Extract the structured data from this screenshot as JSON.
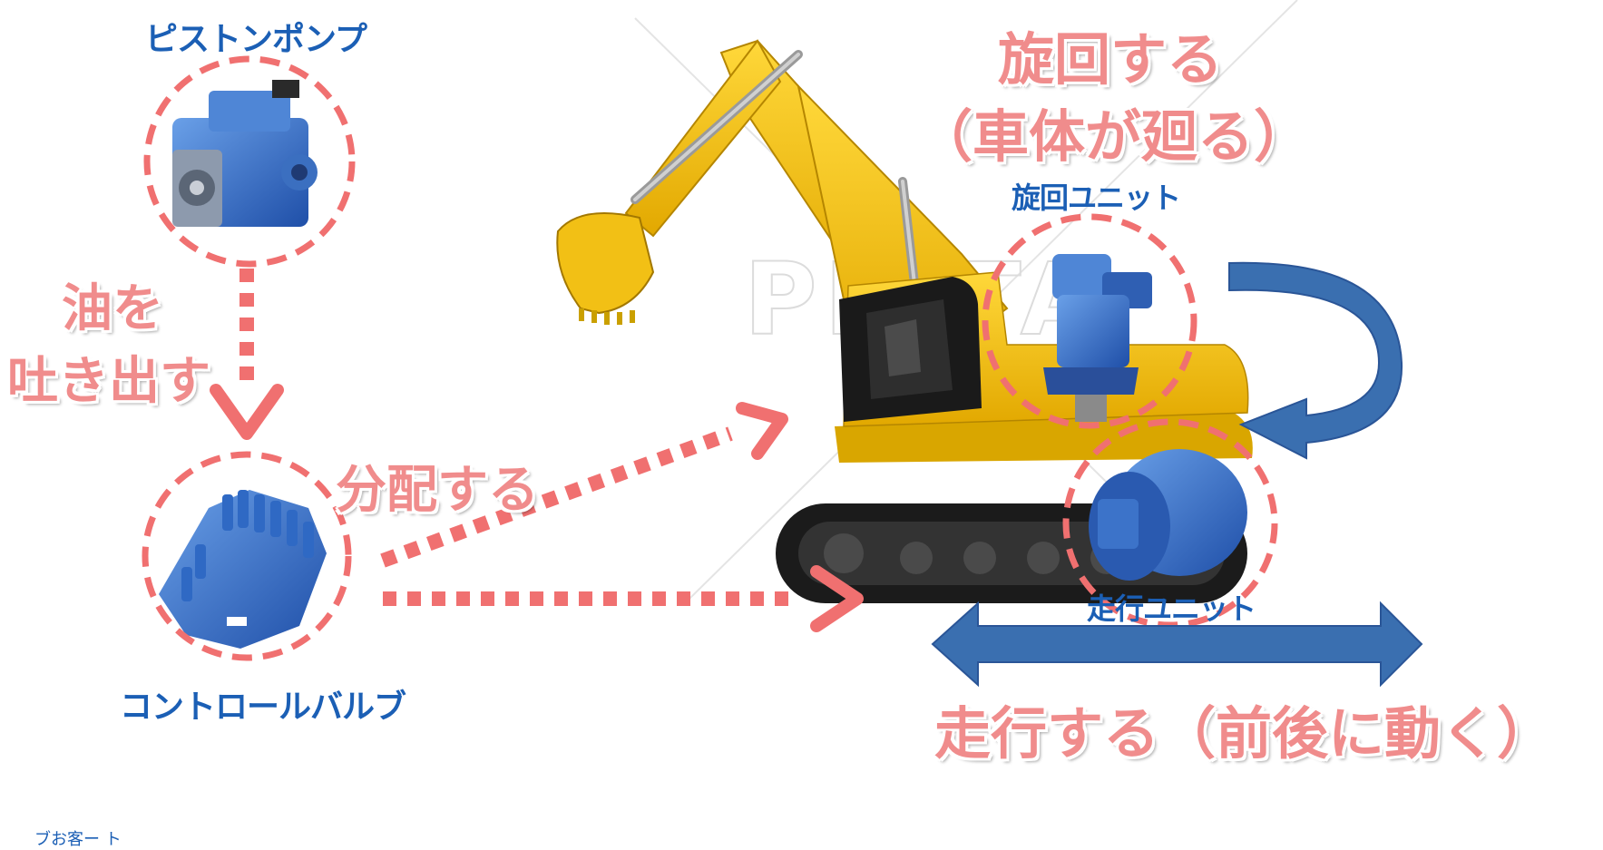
{
  "labels": {
    "piston_pump": "ピストンポンプ",
    "control_valve": "コントロールバルブ",
    "swing_unit": "旋回ユニット",
    "travel_unit": "走行ユニット"
  },
  "actions": {
    "discharge_line1": "油を",
    "discharge_line2": "吐き出す",
    "distribute": "分配する",
    "swing_line1": "旋回する",
    "swing_line2": "（車体が廻る）",
    "travel": "走行する（前後に動く）"
  },
  "watermark": "PIXTA",
  "footnote": "ブお客ー ト",
  "colors": {
    "pink": "#f07070",
    "blue_label": "#1b5fb5",
    "arrow_blue": "#3a6fb0",
    "excavator_yellow": "#f5c81a"
  }
}
